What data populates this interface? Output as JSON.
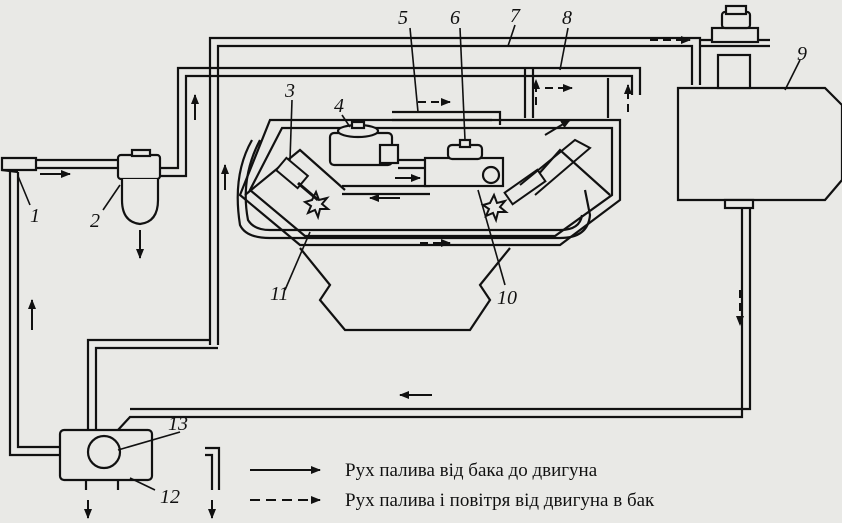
{
  "labels": {
    "n1": "1",
    "n2": "2",
    "n3": "3",
    "n4": "4",
    "n5": "5",
    "n6": "6",
    "n7": "7",
    "n8": "8",
    "n9": "9",
    "n10": "10",
    "n11": "11",
    "n12": "12",
    "n13": "13"
  },
  "legend": {
    "solid": "Рух палива від  бака до двигуна",
    "dashed": "Рух палива і повітря від двигуна в бак"
  },
  "colors": {
    "ink": "#111111",
    "paper": "#e9e9e6"
  }
}
